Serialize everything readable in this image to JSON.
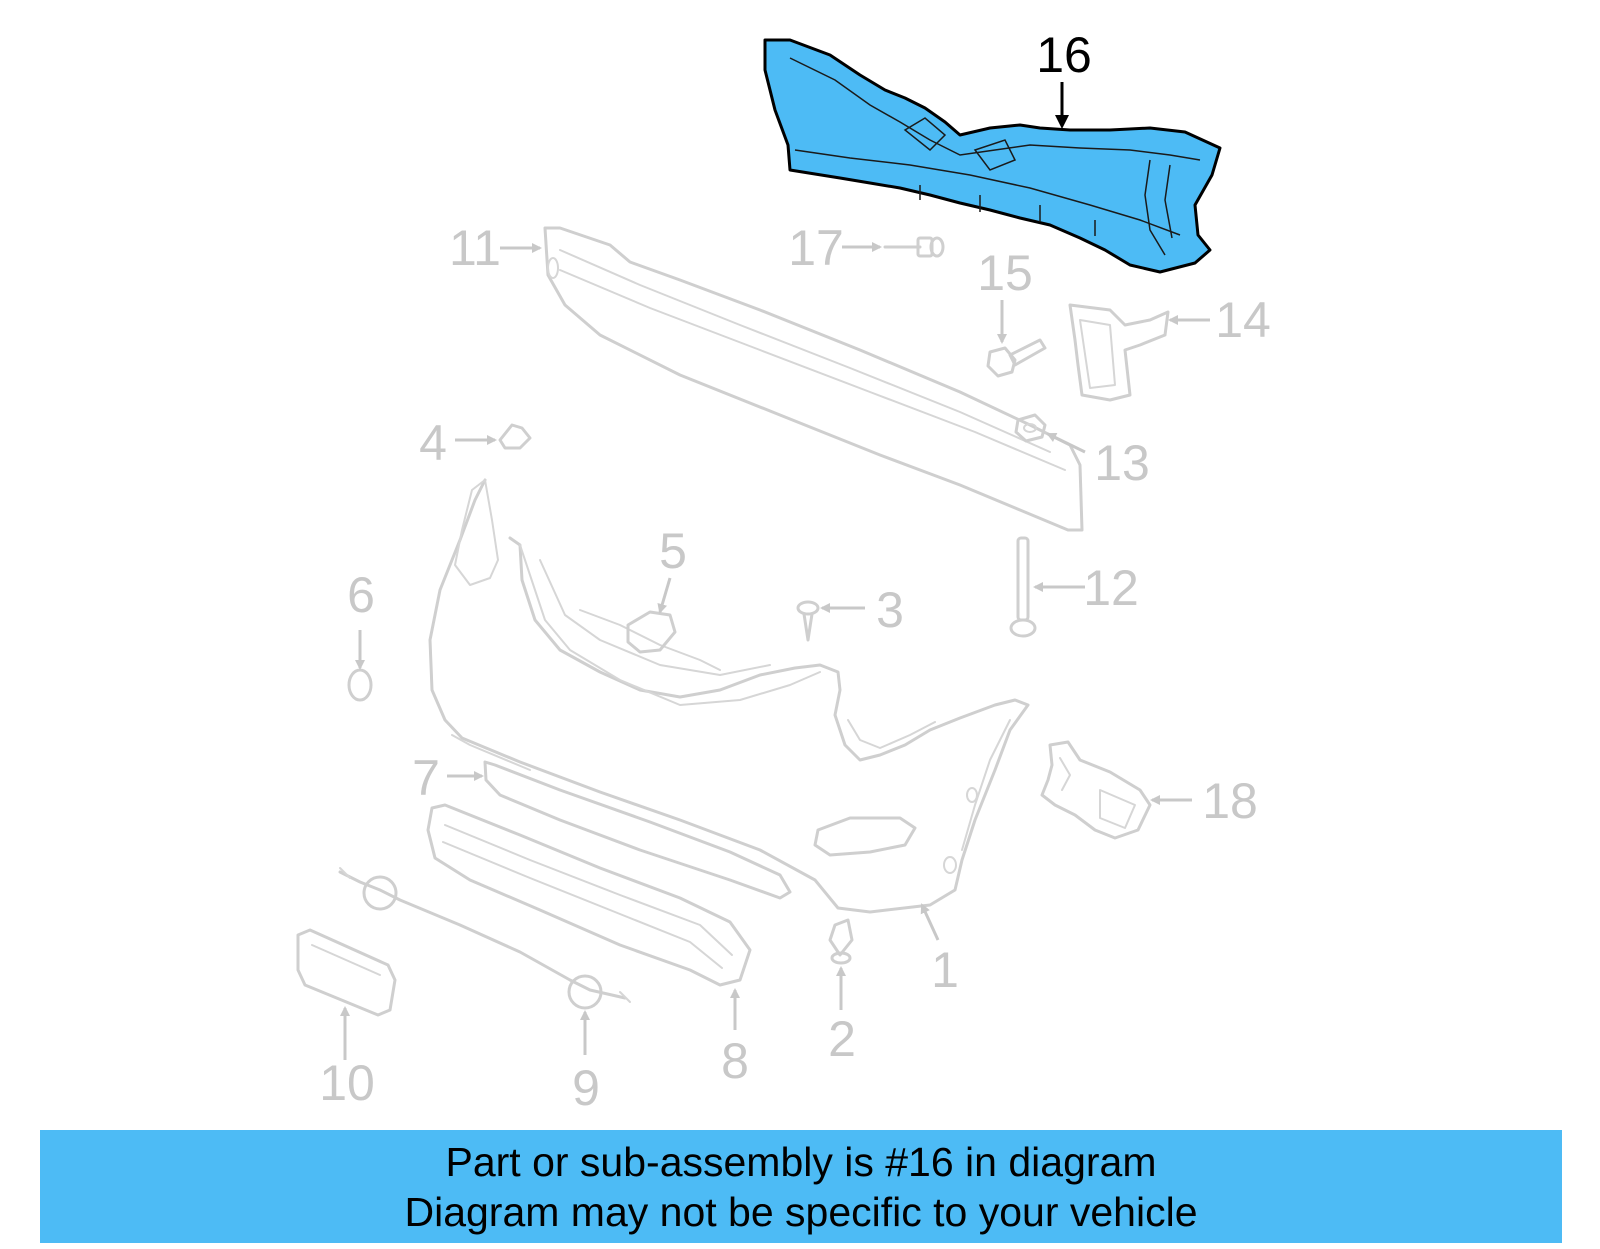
{
  "diagram": {
    "callouts": {
      "c1": "1",
      "c2": "2",
      "c3": "3",
      "c4": "4",
      "c5": "5",
      "c6": "6",
      "c7": "7",
      "c8": "8",
      "c9": "9",
      "c10": "10",
      "c11": "11",
      "c12": "12",
      "c13": "13",
      "c14": "14",
      "c15": "15",
      "c16": "16",
      "c17": "17",
      "c18": "18"
    },
    "highlight_color": "#4dbbf5",
    "highlighted_part": "16"
  },
  "banner": {
    "line1": "Part or sub-assembly is #16 in diagram",
    "line2": "Diagram may not be specific to your vehicle",
    "background": "#4dbbf5"
  }
}
